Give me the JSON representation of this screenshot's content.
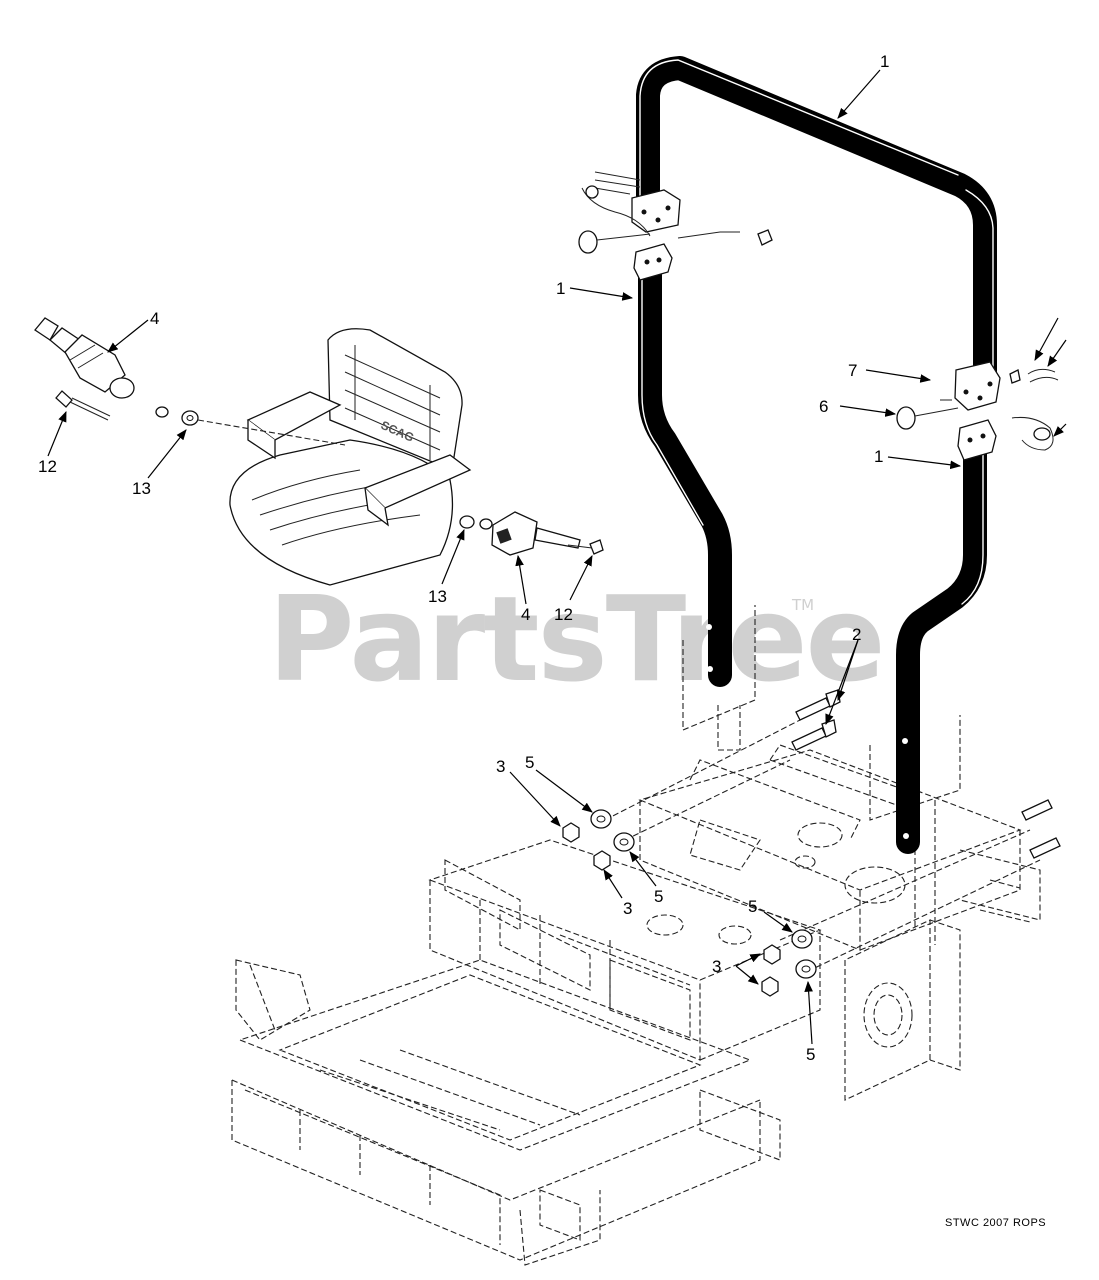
{
  "watermark": {
    "brand": "PartsTree",
    "trademark": "TM"
  },
  "reference_code": "STWC 2007 ROPS",
  "callouts": [
    {
      "id": "c1-top",
      "label": "1"
    },
    {
      "id": "c1-left",
      "label": "1"
    },
    {
      "id": "c1-right",
      "label": "1"
    },
    {
      "id": "c2",
      "label": "2"
    },
    {
      "id": "c3-a",
      "label": "3"
    },
    {
      "id": "c3-b",
      "label": "3"
    },
    {
      "id": "c3-c",
      "label": "3"
    },
    {
      "id": "c4-left",
      "label": "4"
    },
    {
      "id": "c4-right",
      "label": "4"
    },
    {
      "id": "c5-a",
      "label": "5"
    },
    {
      "id": "c5-b",
      "label": "5"
    },
    {
      "id": "c5-c",
      "label": "5"
    },
    {
      "id": "c5-d",
      "label": "5"
    },
    {
      "id": "c6",
      "label": "6"
    },
    {
      "id": "c7",
      "label": "7"
    },
    {
      "id": "c12-left",
      "label": "12"
    },
    {
      "id": "c12-right",
      "label": "12"
    },
    {
      "id": "c13-left",
      "label": "13"
    },
    {
      "id": "c13-right",
      "label": "13"
    }
  ]
}
